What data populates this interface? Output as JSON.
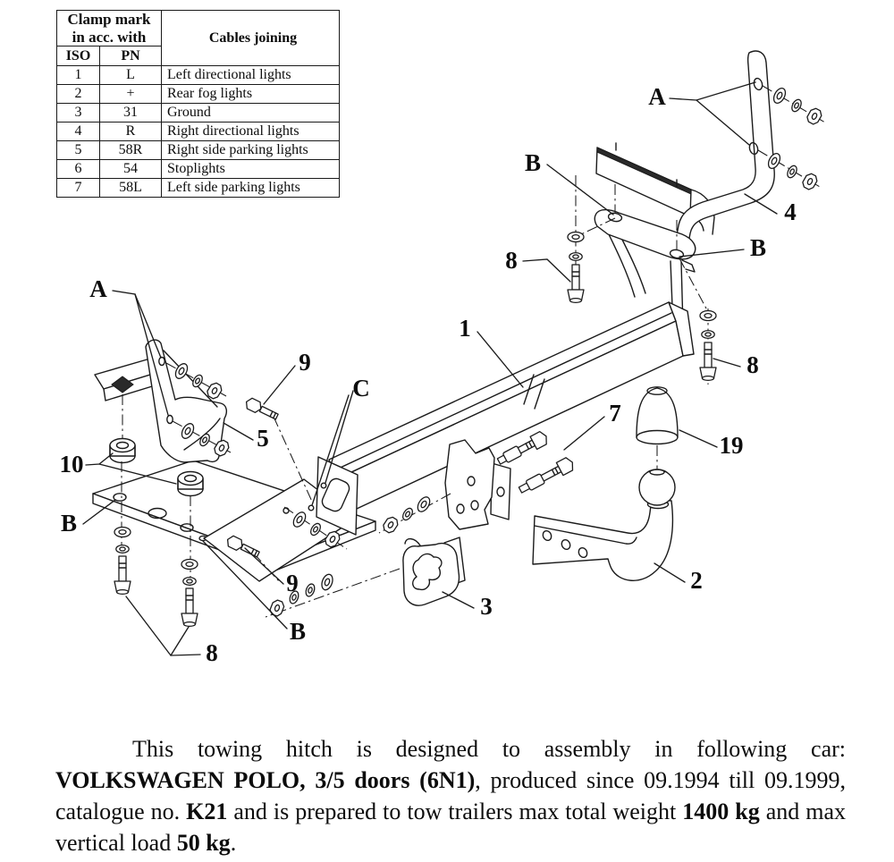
{
  "table": {
    "header": {
      "clamp_line1": "Clamp mark",
      "clamp_line2": "in acc. with",
      "cables": "Cables joining",
      "iso": "ISO",
      "pn": "PN"
    },
    "rows": [
      {
        "iso": "1",
        "pn": "L",
        "cables": "Left directional lights"
      },
      {
        "iso": "2",
        "pn": "+",
        "cables": "Rear fog lights"
      },
      {
        "iso": "3",
        "pn": "31",
        "cables": "Ground"
      },
      {
        "iso": "4",
        "pn": "R",
        "cables": "Right directional lights"
      },
      {
        "iso": "5",
        "pn": "58R",
        "cables": "Right side parking lights"
      },
      {
        "iso": "6",
        "pn": "54",
        "cables": "Stoplights"
      },
      {
        "iso": "7",
        "pn": "58L",
        "cables": "Left side parking lights"
      }
    ]
  },
  "diagram": {
    "labels": {
      "a_right": "A",
      "b_top": "B",
      "part_4": "4",
      "b_right": "B",
      "bolt_8_top": "8",
      "a_left": "A",
      "part_1": "1",
      "bolt_9_top": "9",
      "bolt_8_right": "8",
      "c_center": "C",
      "part_7": "7",
      "part_5": "5",
      "part_19": "19",
      "part_10": "10",
      "b_left": "B",
      "part_2": "2",
      "bolt_9_bottom": "9",
      "part_3": "3",
      "b_bottom": "B",
      "bolt_8_bottom": "8"
    },
    "line_color": "#1b1b1b",
    "background": "#ffffff"
  },
  "footer": {
    "segments": [
      {
        "text": "This towing hitch is designed to assembly in following car: "
      },
      {
        "text": "VOLKSWAGEN POLO, 3/5 doors (6N1)"
      },
      {
        "text": ", produced since 09.1994 till 09.1999, catalogue no. "
      },
      {
        "text": "K21"
      },
      {
        "text": " and is prepared to tow trailers max total weight "
      },
      {
        "text": "1400 kg"
      },
      {
        "text": " and max vertical load "
      },
      {
        "text": "50 kg"
      },
      {
        "text": "."
      }
    ]
  }
}
